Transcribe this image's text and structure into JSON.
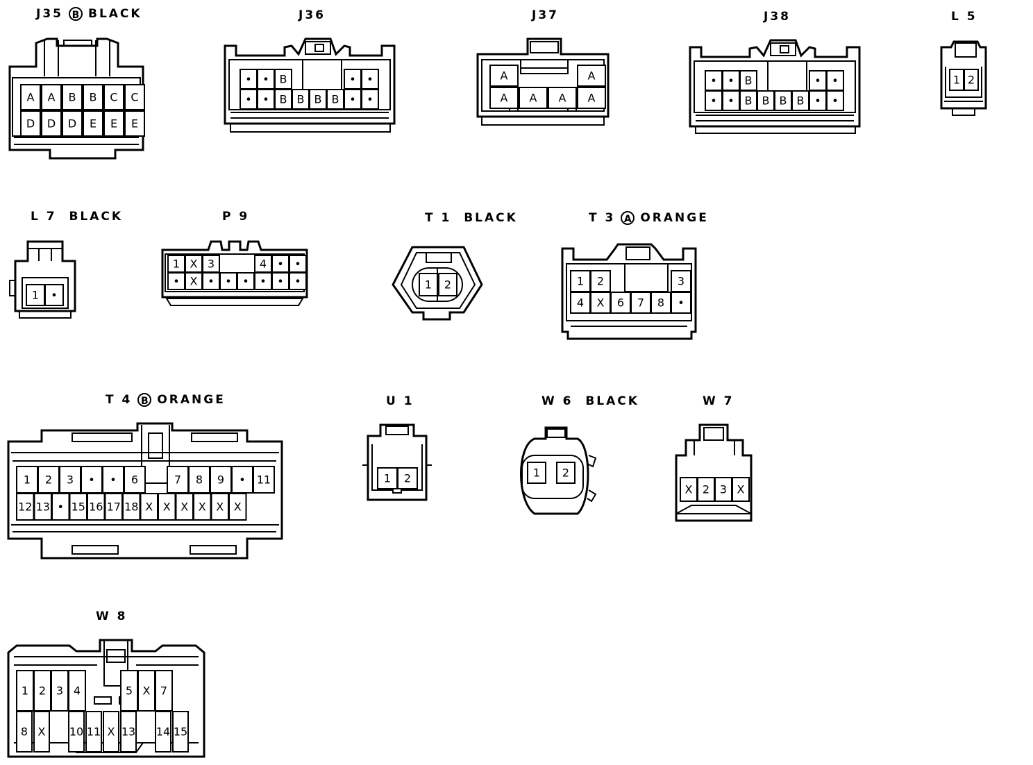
{
  "connectors": [
    {
      "id": "J35",
      "label": {
        "name": "J35",
        "mark": "B",
        "color": "BLACK"
      },
      "rows": [
        [
          "A",
          "A",
          "B",
          "B",
          "C",
          "C"
        ],
        [
          "D",
          "D",
          "D",
          "E",
          "E",
          "E"
        ]
      ]
    },
    {
      "id": "J36",
      "label": {
        "name": "J36",
        "mark": "",
        "color": ""
      },
      "rows": [
        [
          "•",
          "•",
          "B",
          "",
          "",
          "",
          "•",
          "•"
        ],
        [
          "•",
          "•",
          "B",
          "B",
          "B",
          "B",
          "•",
          "•"
        ]
      ]
    },
    {
      "id": "J37",
      "label": {
        "name": "J37",
        "mark": "",
        "color": ""
      },
      "rows": [
        [
          "A",
          "",
          "",
          "A"
        ],
        [
          "A",
          "A",
          "A",
          "A"
        ]
      ]
    },
    {
      "id": "J38",
      "label": {
        "name": "J38",
        "mark": "",
        "color": ""
      },
      "rows": [
        [
          "•",
          "•",
          "B",
          "",
          "",
          "",
          "•",
          "•"
        ],
        [
          "•",
          "•",
          "B",
          "B",
          "B",
          "B",
          "•",
          "•"
        ]
      ]
    },
    {
      "id": "L5",
      "label": {
        "name": "L 5",
        "mark": "",
        "color": ""
      },
      "rows": [
        [
          "1",
          "2"
        ]
      ]
    },
    {
      "id": "L7",
      "label": {
        "name": "L 7",
        "mark": "",
        "color": "BLACK"
      },
      "rows": [
        [
          "1",
          "•"
        ]
      ]
    },
    {
      "id": "P9",
      "label": {
        "name": "P 9",
        "mark": "",
        "color": ""
      },
      "rows": [
        [
          "1",
          "X",
          "3",
          "",
          "",
          "4",
          "•",
          "•"
        ],
        [
          "•",
          "X",
          "•",
          "•",
          "•",
          "•",
          "•",
          "•"
        ]
      ]
    },
    {
      "id": "T1",
      "label": {
        "name": "T 1",
        "mark": "",
        "color": "BLACK"
      },
      "rows": [
        [
          "1",
          "2"
        ]
      ]
    },
    {
      "id": "T3",
      "label": {
        "name": "T 3",
        "mark": "A",
        "color": "ORANGE"
      },
      "rows": [
        [
          "1",
          "2",
          "",
          "",
          "",
          "3"
        ],
        [
          "4",
          "X",
          "6",
          "7",
          "8",
          "•"
        ]
      ]
    },
    {
      "id": "T4",
      "label": {
        "name": "T 4",
        "mark": "B",
        "color": "ORANGE"
      },
      "rows": [
        [
          "1",
          "2",
          "3",
          "•",
          "•",
          "6",
          "",
          "7",
          "8",
          "9",
          "•",
          "11"
        ],
        [
          "12",
          "13",
          "•",
          "15",
          "16",
          "17",
          "18",
          "X",
          "X",
          "X",
          "X",
          "X",
          "X"
        ]
      ]
    },
    {
      "id": "U1",
      "label": {
        "name": "U 1",
        "mark": "",
        "color": ""
      },
      "rows": [
        [
          "1",
          "2"
        ]
      ]
    },
    {
      "id": "W6",
      "label": {
        "name": "W 6",
        "mark": "",
        "color": "BLACK"
      },
      "rows": [
        [
          "1",
          "2"
        ]
      ]
    },
    {
      "id": "W7",
      "label": {
        "name": "W 7",
        "mark": "",
        "color": ""
      },
      "rows": [
        [
          "X",
          "2",
          "3",
          "X"
        ]
      ]
    },
    {
      "id": "W8",
      "label": {
        "name": "W 8",
        "mark": "",
        "color": ""
      },
      "rows": [
        [
          "1",
          "2",
          "3",
          "4",
          "",
          "",
          "5",
          "X",
          "7"
        ],
        [
          "8",
          "X",
          "",
          "10",
          "11",
          "X",
          "13",
          "",
          "14",
          "15"
        ]
      ]
    }
  ]
}
